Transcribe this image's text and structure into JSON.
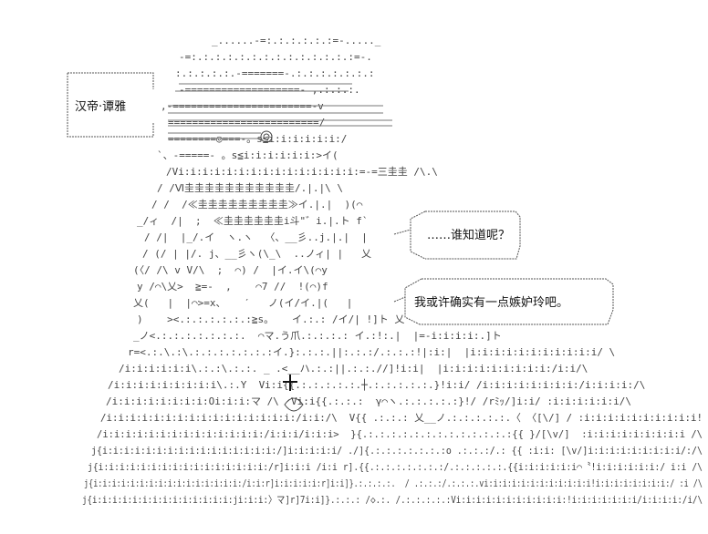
{
  "name_box": {
    "label": "汉帝·谭雅"
  },
  "bubbles": [
    {
      "text": "……谁知道呢？"
    },
    {
      "text": "我或许确实有一点嫉妒玲吧。"
    }
  ],
  "art_rows": [
    "_......-=:.:.:.:.:.:=-....._",
    "-=:.:.:.:.:.:.:.:.:.:.:.:.:.:=-.",
    ":.:.:.:.:.-=======-.:.:.:.:.:.:.:",
    "-===================- ,.:.:.:.",
    ",-=======================-v",
    "=========================/",
    "========◎===-。s≦i:i:i:i:i:i:/",
    "`、-=====- 。s≦i:i:i:i:i:i:>イ(",
    "/Vi:i:i:i:i:i:i:i:i:i:i:i:i:i:i:=-=三圭圭 /\\.\\",
    "/ /Ⅵ圭圭圭圭圭圭圭圭圭圭圭/.|.|\\ \\",
    "/ /  /≪圭圭圭圭圭圭圭圭圭≫イ.|.|  )(⌒",
    "_/ィ  /|  ;  ≪圭圭圭圭圭圭i斗\"゛i.|.ト f`",
    "/ /|  |_/.イ  ヽ.ヽ  〈、__彡..j.|.|  |",
    "/ (/ | |/. j、__彡ヽ(\\_\\  ..ノィ| |   乂",
    "(〈/ /\\ v V/\\  ;  ⌒) /  |イ.イ\\(⌒y",
    "y /⌒\\乂>  ≧=-  ,    ⌒7 //  !(⌒)f",
    "乂(   |  |⌒>=x、   ′   ノ(イ/イ.|(   |",
    ")    ><.:.:.:.:.:.:≧s。   イ.:.: /イ/| !]ト 乂",
    "_ノ<.:.:.:.:.:.:.:.  ⌒マ.う爪.:.:.:.: イ.:!:.|  |=-i:i:i:i:.]ト",
    "r=<.:.\\.:\\.:.:.:.:.:.:.:イ.}:.:.:.||:.:.:/.:.:.:!|:i:|  |i:i:i:i:i:i:i:i:i:i:i/ \\",
    "/i:i:i:i:i:i\\.:.:\\.:.:. _ .<__ハ.:.:||.:.:.//]!i:i|  |i:i:i:i:i:i:i:i:i:/i:i/\\",
    "/i:i:i:i:i:i:i:i:i\\.:.Y  Vi:i{{.:.:.:.:.:.┼.:.:.:.:.:.}!i:i/ /i:i:i:i:i:i:i:i:/i:i:i:i:/\\",
    "/i:i:i:i:i:i:i:i:Oi:i:i:マ /\\  Vi:i{{.:.:.:  γ⌒ヽ.:.:.:.:.:}!/ /rﾐｯ/]i:i/ :i:i:i:i:i:i/\\",
    "/i:i:i:i:i:i:i:i:i:i:i:i:i:i:i:i:/i:i:/\\  V{{ .:.:.: 乂__ノ.:.:.:.:.:.〈 〈[\\/] / :i:i:i:i:i:i:i:i:i:i!",
    "/i:i:i:i:i:i:i:i:i:i:i:i:i:i:/i:i:i/i:i:i>  }{.:.:.:.:.:.:.:.:.:.:.:.:.:{{ }/[\\v/]  :i:i:i:i:i:i:i:i:i /\\",
    "j{i:i:i:i:i:i:i:i:i:i:i:i:i:i:i:i:/]i:i:i:i:i/ ./]{.:.:.:.:.:.:.:o .:.:.:/.: {{ :i:i: [\\v/]i:i:i:i:i:i:i:i:i/:/\\",
    "j{i:i:i:i:i:i:i:i:i:i:i:i:i:i:i:i:/r]i:i:i /i:i r].{{.:.:.:.:.:.:.:/.:.:.:.:.:.{{i:i:i:i:i:i⌒〝!i:i:i:i:i:i:/ i:i /\\",
    "j{i:i:i:i:i:i:i:i:i:i:i:i:i:i:i:i:/i:i:r]i:i:i:i:i:r]i:i]}.:.:.:.:.  / .:.:.:/.:.:.:.vi:i:i:i:i:i:i:i:i:i:i:i!i:i:i:i:i:i:i:i:/ :i /\\",
    "j{i:i:i:i:i:i:i:i:i:i:i:i:i:i:ji:i:i:〉マ]r]7i:i]}.:.:.: /◇.:. /.:.:.:.:.:Vi:i:i:i:i:i:i:i:i:i:i:!i:i:i:i:i:i:i/i:i:i:i:/i/\\"
  ]
}
